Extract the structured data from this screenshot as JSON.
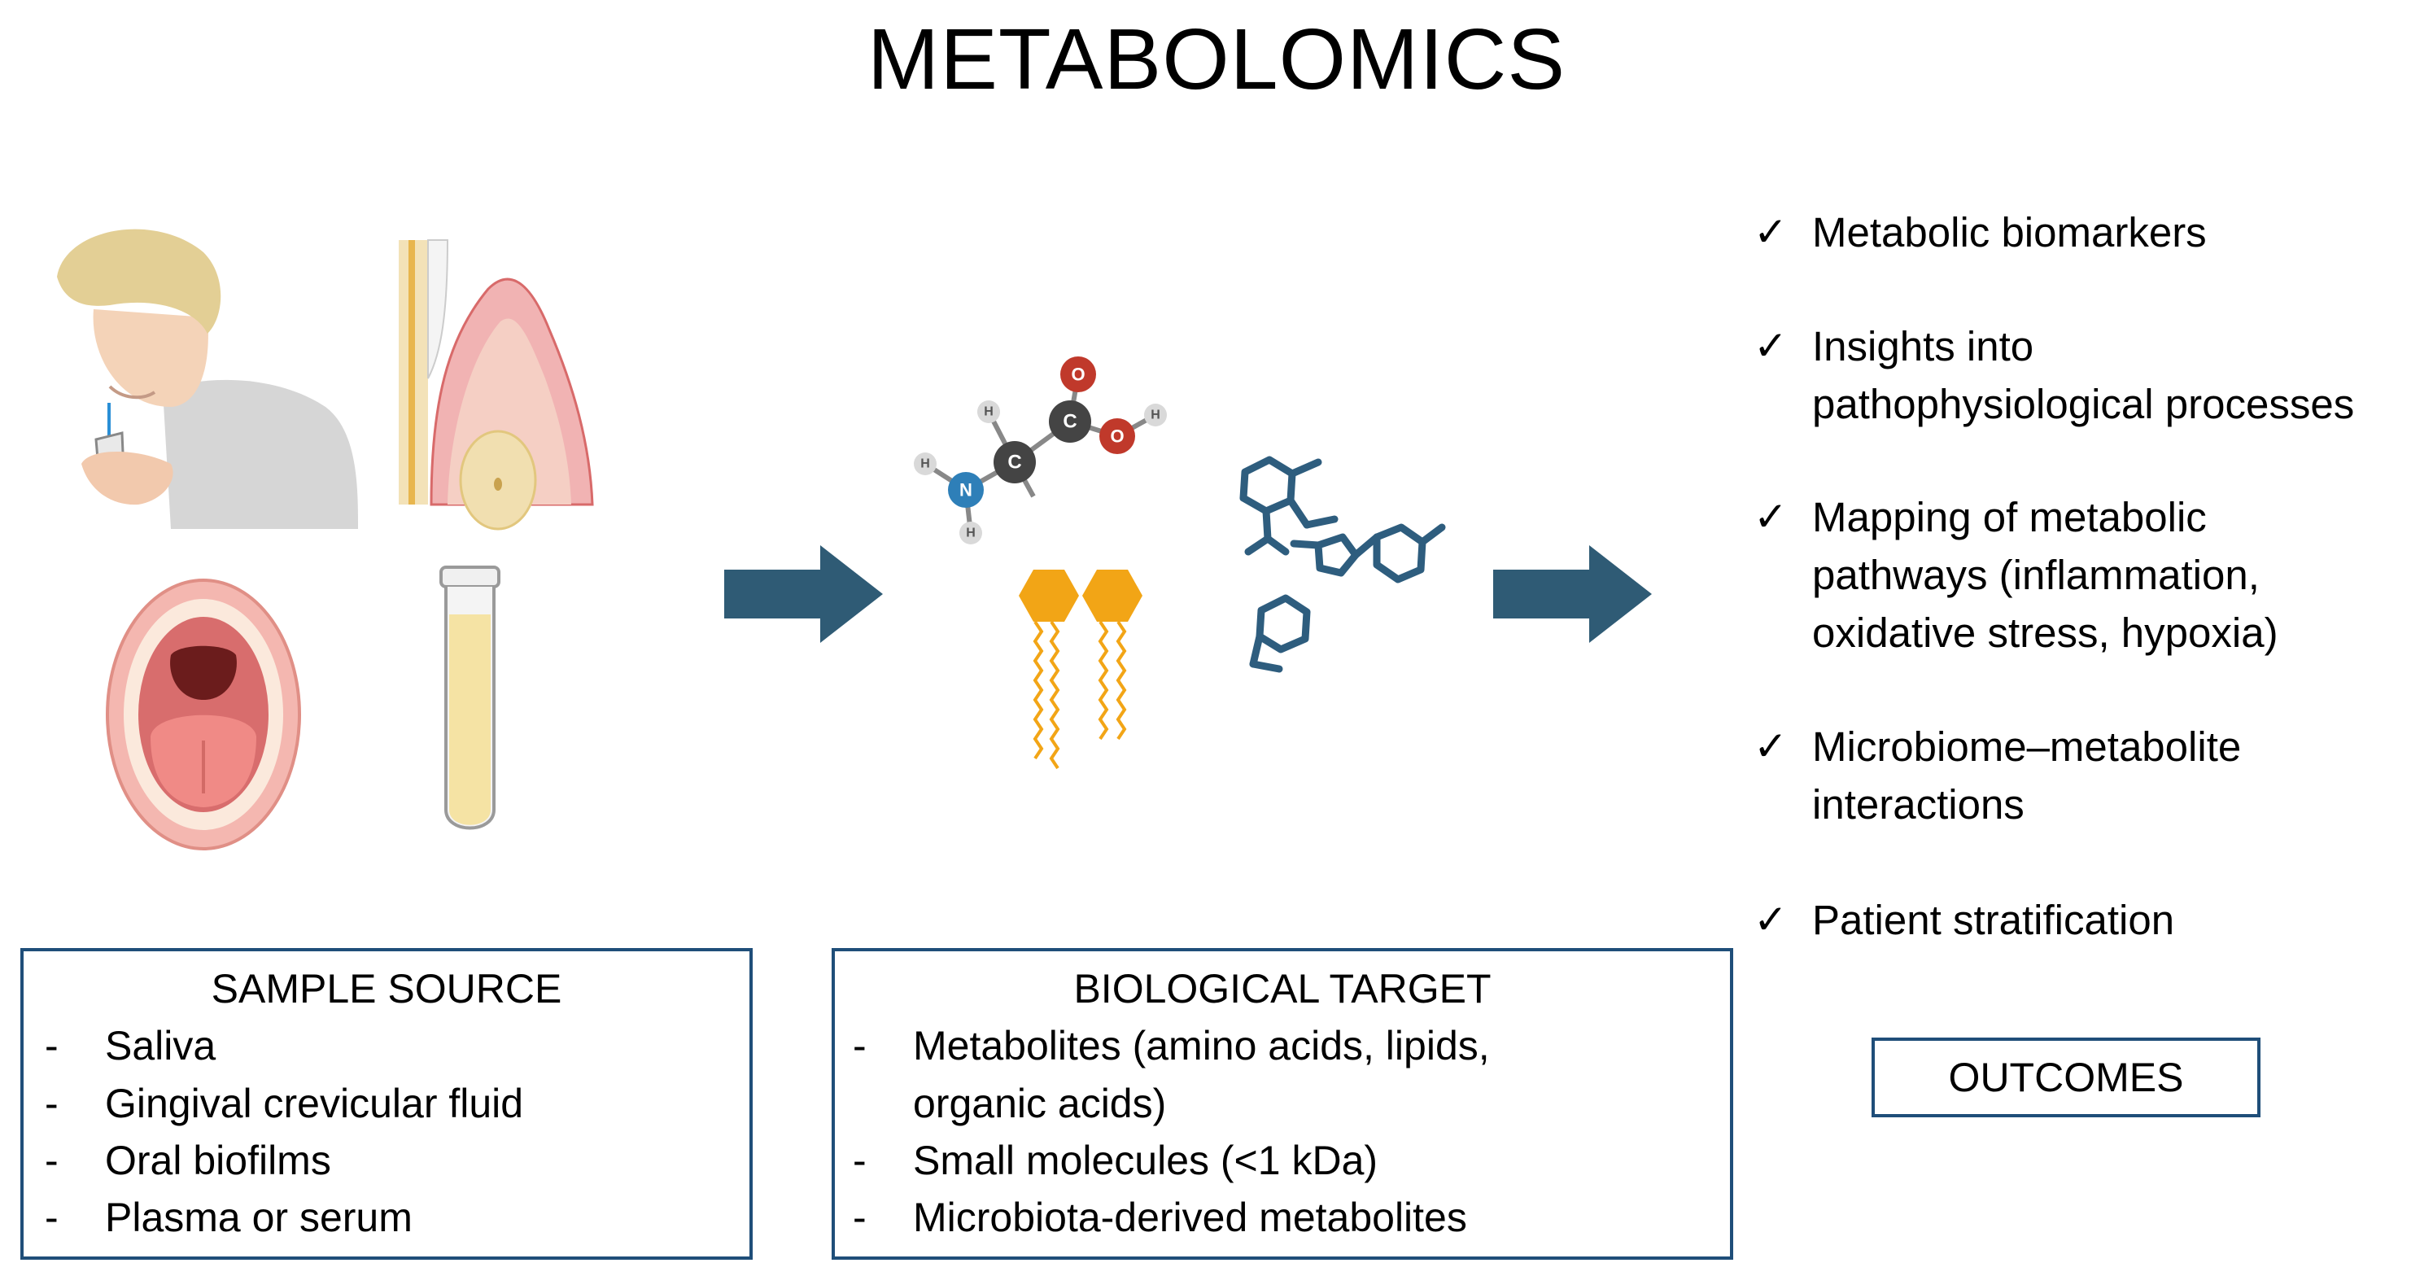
{
  "title": "METABOLOMICS",
  "colors": {
    "arrow": "#2f5b75",
    "box_border": "#1f4e79",
    "lipid": "#f2a516",
    "molecule_blue": "#2e5d7e",
    "atom_red": "#c0392b",
    "atom_dark": "#444444",
    "atom_blue": "#2e7fb8",
    "atom_light": "#d9d9d9"
  },
  "sample_source": {
    "heading": "SAMPLE SOURCE",
    "items": [
      "Saliva",
      "Gingival crevicular fluid",
      "Oral biofilms",
      "Plasma or serum"
    ]
  },
  "biological_target": {
    "heading": "BIOLOGICAL TARGET",
    "items": [
      {
        "lines": [
          "Metabolites (amino acids, lipids,",
          "organic acids)"
        ]
      },
      {
        "lines": [
          "Small molecules (<1 kDa)"
        ]
      },
      {
        "lines": [
          "Microbiota-derived metabolites"
        ]
      }
    ]
  },
  "outcomes": {
    "heading": "OUTCOMES",
    "check_symbol": "✓",
    "items": [
      {
        "lines": [
          "Metabolic biomarkers"
        ]
      },
      {
        "lines": [
          "Insights into",
          "pathophysiological processes"
        ]
      },
      {
        "lines": [
          "Mapping of metabolic",
          "pathways (inflammation,",
          "oxidative stress, hypoxia)"
        ]
      },
      {
        "lines": [
          "Microbiome–metabolite",
          "interactions"
        ]
      },
      {
        "lines": [
          "Patient stratification"
        ]
      }
    ]
  },
  "atom_labels": {
    "hydrogen": "H",
    "carbon": "C",
    "oxygen": "O",
    "nitrogen": "N"
  },
  "illustrations": {
    "saliva_collection": "person-collecting-saliva-illustration",
    "gingival_section": "gingival-crevice-illustration",
    "open_mouth": "open-mouth-illustration",
    "sample_tube": "plasma-tube-illustration",
    "amino_acid": "amino-acid-molecule-illustration",
    "lipid": "phospholipid-illustration",
    "small_molecules": "small-molecule-structures-illustration",
    "arrows": "flow-arrow-icon"
  }
}
